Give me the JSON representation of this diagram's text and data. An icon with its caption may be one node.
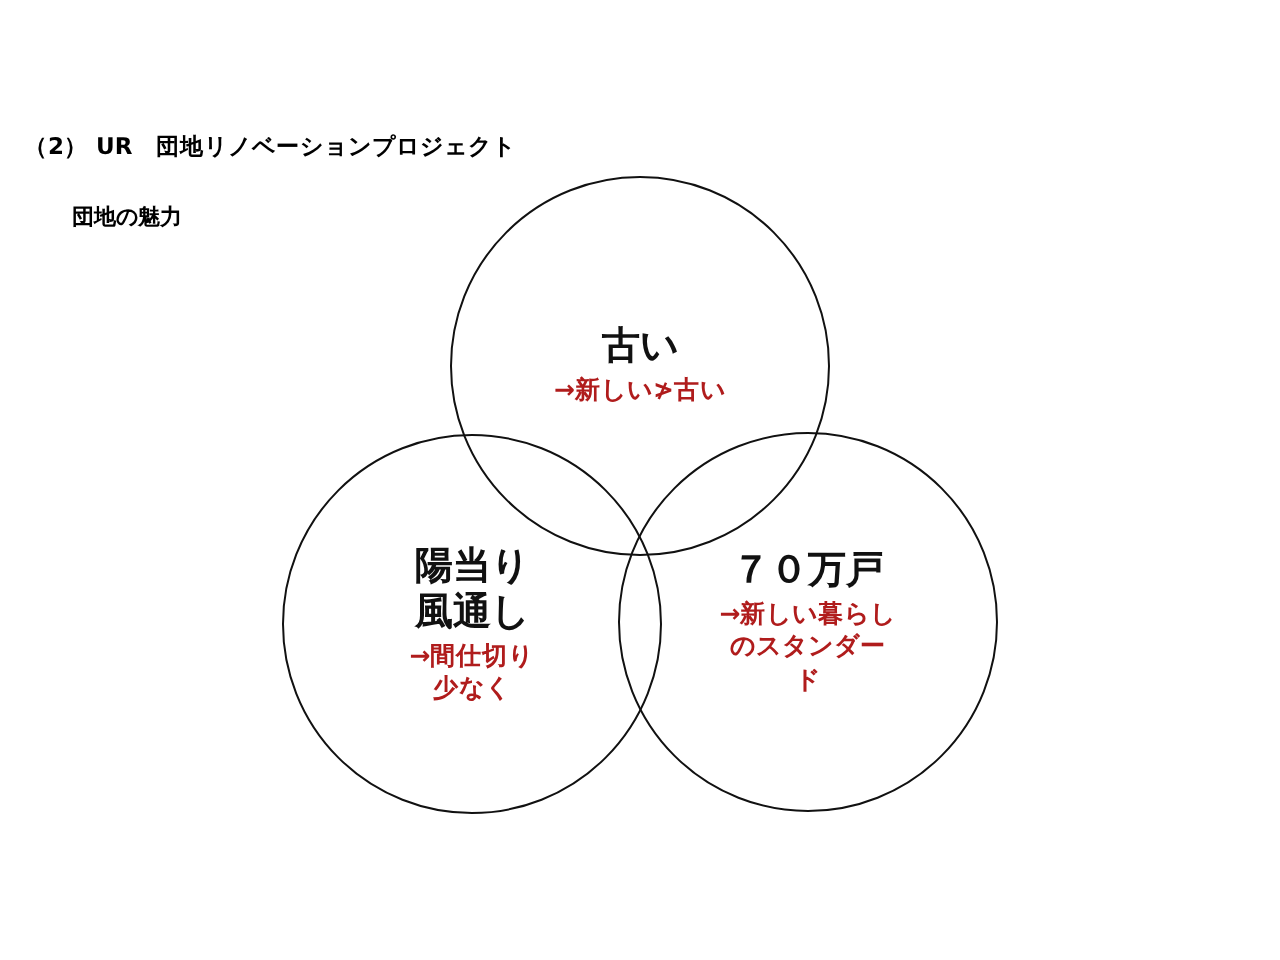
{
  "diagram": {
    "title": "（2） UR　団地リノベーションプロジェクト",
    "nodes": [
      {
        "text": [
          "古い",
          "→新しい≯古い"
        ]
      },
      {
        "text": [
          "陽当り風通し",
          "→間仕切り少なく"
        ]
      },
      {
        "text": [
          "７０万戸",
          "→新しい暮らしのスタンダード"
        ]
      }
    ],
    "labels": [
      "団地の魅力"
    ]
  }
}
